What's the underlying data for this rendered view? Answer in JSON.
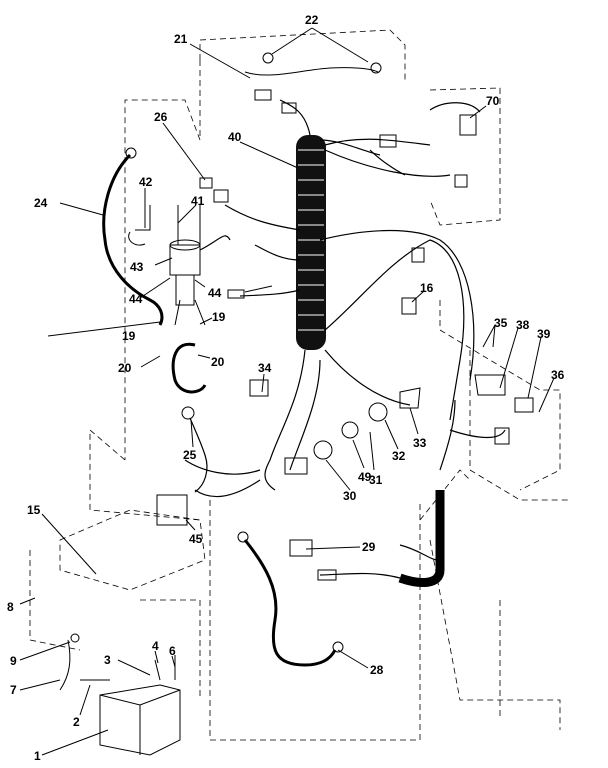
{
  "diagram": {
    "callouts": [
      "22",
      "21",
      "26",
      "40",
      "70",
      "42",
      "24",
      "41",
      "43",
      "44",
      "44",
      "19",
      "19",
      "16",
      "35",
      "38",
      "39",
      "36",
      "20",
      "20",
      "34",
      "25",
      "33",
      "32",
      "31",
      "49",
      "30",
      "15",
      "45",
      "29",
      "8",
      "9",
      "4",
      "6",
      "3",
      "7",
      "2",
      "28",
      "1"
    ]
  }
}
